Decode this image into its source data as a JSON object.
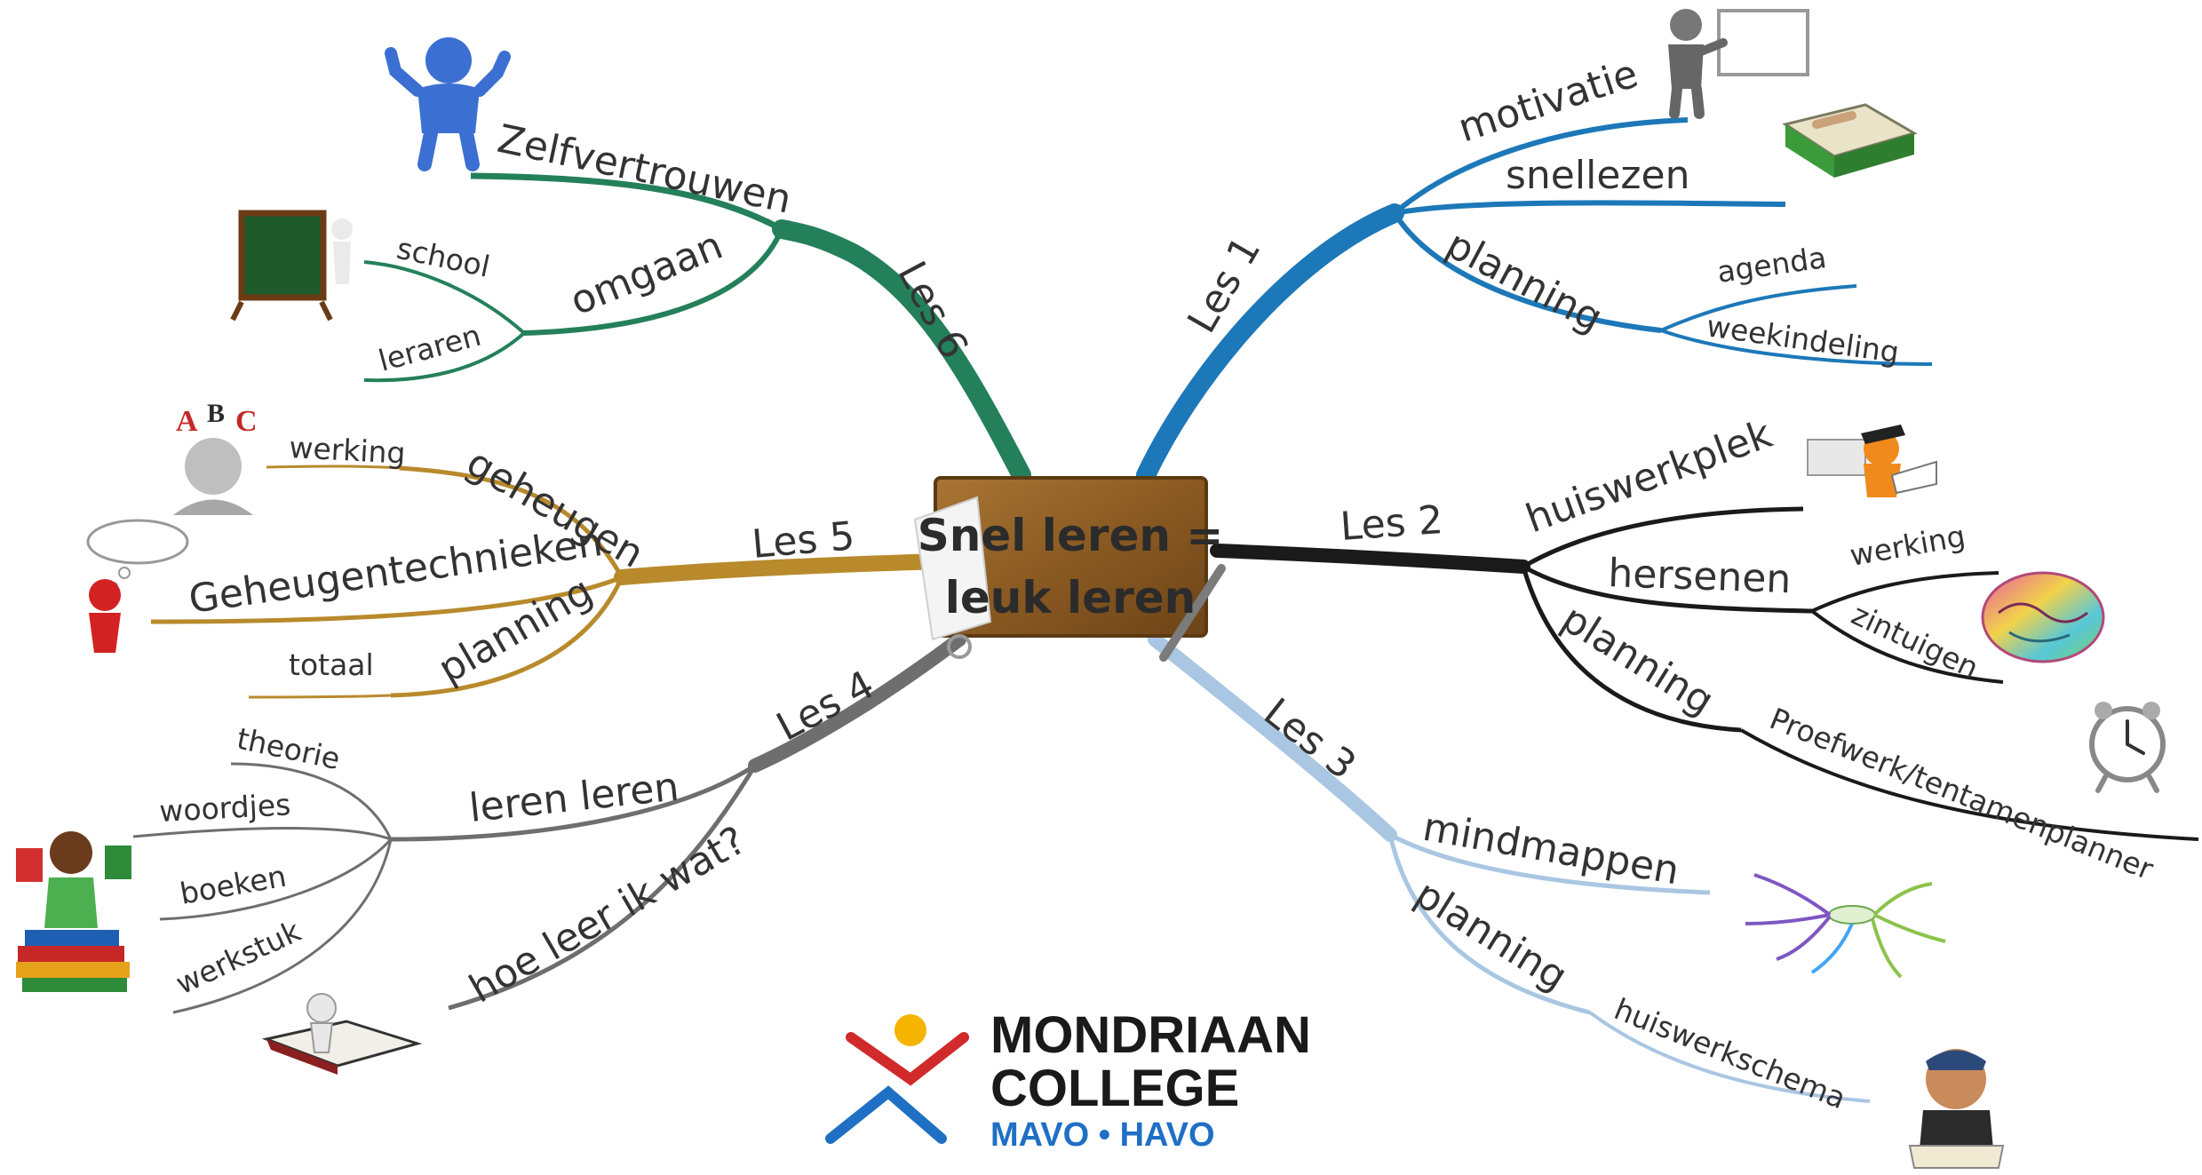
{
  "central": {
    "line1": "Snel leren =",
    "line2": "leuk leren"
  },
  "colors": {
    "les1": "#1c78b8",
    "les2": "#1a1a1a",
    "les3": "#a9c6e2",
    "les4": "#6e6e6e",
    "les5": "#b88a2c",
    "les6": "#24805a",
    "center_box": "#8a5a22",
    "logo_blue": "#1f6fc4",
    "logo_red": "#d12a2a",
    "logo_yellow": "#f5b400"
  },
  "branches": {
    "les1": {
      "label": "Les 1",
      "motivatie": "motivatie",
      "snellezen": "snellezen",
      "planning": "planning",
      "agenda": "agenda",
      "weekindeling": "weekindeling"
    },
    "les2": {
      "label": "Les 2",
      "huiswerkplek": "huiswerkplek",
      "hersenen": "hersenen",
      "werking": "werking",
      "zintuigen": "zintuigen",
      "planning": "planning",
      "proefwerk": "Proefwerk/tentamenplanner"
    },
    "les3": {
      "label": "Les 3",
      "mindmappen": "mindmappen",
      "planning": "planning",
      "huiswerkschema": "huiswerkschema"
    },
    "les4": {
      "label": "Les 4",
      "leren_leren": "leren leren",
      "theorie": "theorie",
      "woordjes": "woordjes",
      "boeken": "boeken",
      "werkstuk": "werkstuk",
      "hoe_leer": "hoe leer ik wat?"
    },
    "les5": {
      "label": "Les 5",
      "geheugen": "geheugen",
      "werking": "werking",
      "geheugentechnieken": "Geheugentechnieken",
      "planning": "planning",
      "totaal": "totaal"
    },
    "les6": {
      "label": "Les 6",
      "zelfvertrouwen": "Zelfvertrouwen",
      "omgaan": "omgaan",
      "school": "school",
      "leraren": "leraren"
    }
  },
  "icons": [
    "person-shrug-icon",
    "teacher-whiteboard-icon",
    "chalkboard-icon",
    "reading-book-icon",
    "abc-head-icon",
    "graduate-reading-icon",
    "thought-bubble-icon",
    "brain-icon",
    "alarm-clock-icon",
    "student-books-icon",
    "mindmap-thumbnail-icon",
    "person-with-book-icon",
    "boy-reading-icon"
  ],
  "logo": {
    "name_line1": "MONDRIAAN",
    "name_line2": "COLLEGE",
    "tagline": "MAVO • HAVO"
  }
}
